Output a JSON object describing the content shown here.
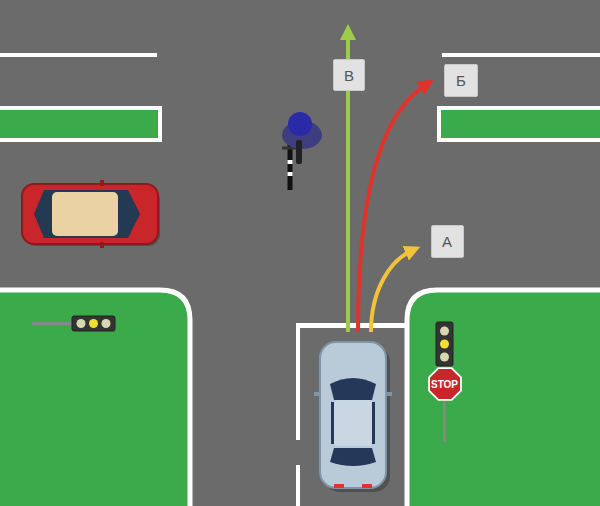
{
  "diagram": {
    "nodes": [
      {
        "text": [
          "В"
        ]
      },
      {
        "text": [
          "Б"
        ]
      },
      {
        "text": [
          "А"
        ]
      },
      {
        "text": [
          "STOP"
        ]
      }
    ]
  }
}
